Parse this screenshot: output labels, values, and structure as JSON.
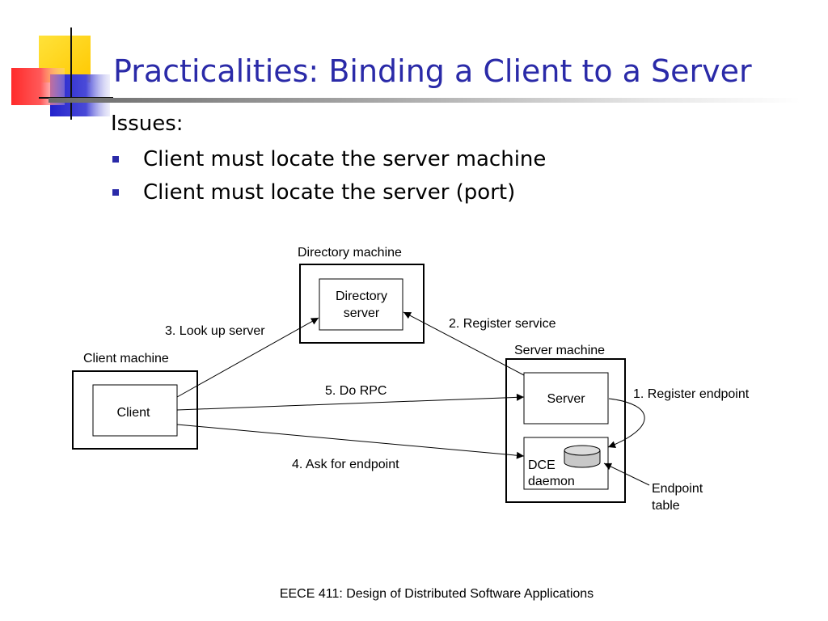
{
  "slide": {
    "title": "Practicalities: Binding a Client to a Server",
    "subheading": "Issues:",
    "bullets": [
      "Client must locate the server machine",
      "Client must locate the server (port)"
    ],
    "footer": "EECE 411: Design of Distributed Software Applications"
  },
  "diagram": {
    "machines": {
      "directory": "Directory machine",
      "client": "Client machine",
      "server": "Server machine"
    },
    "processes": {
      "directory_server_line1": "Directory",
      "directory_server_line2": "server",
      "client": "Client",
      "server": "Server",
      "dce_line1": "DCE",
      "dce_line2": "daemon"
    },
    "steps": {
      "register_endpoint": "1. Register endpoint",
      "register_service": "2. Register service",
      "look_up_server": "3. Look up server",
      "ask_for_endpoint": "4. Ask for endpoint",
      "do_rpc": "5. Do RPC"
    },
    "endpoint_table_line1": "Endpoint",
    "endpoint_table_line2": "table"
  },
  "colors": {
    "title": "#2a2aa8",
    "logo_yellow": "#ffd21f",
    "logo_red": "#ff2a2a",
    "logo_blue": "#2a2acc",
    "bullet": "#2a2aa8"
  },
  "icons": {
    "bullet": "square-bullet-icon",
    "logo": "corner-squares-logo"
  }
}
